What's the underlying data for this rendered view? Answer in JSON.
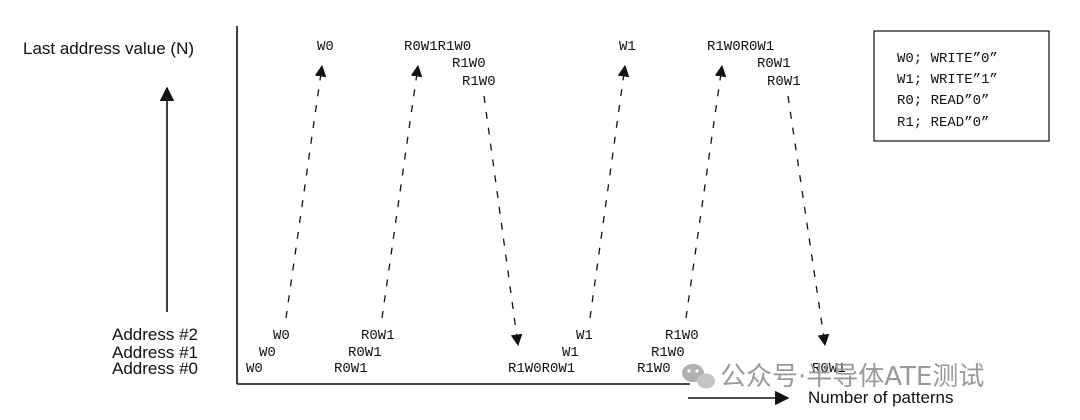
{
  "y_axis_label": "Last address value (N)",
  "x_axis_label": "Number of patterns",
  "address_labels": [
    "Address #2",
    "Address #1",
    "Address #0"
  ],
  "top_labels": [
    "W0",
    "R0W1R1W0",
    "R1W0",
    "R1W0",
    "W1",
    "R1W0R0W1",
    "R0W1",
    "R0W1"
  ],
  "bottom_labels": [
    "W0",
    "W0",
    "W0",
    "R0W1",
    "R0W1",
    "R0W1",
    "R1W0R0W1",
    "W1",
    "W1",
    "R1W0",
    "R1W0",
    "R1W0",
    "R0W1"
  ],
  "legend": [
    "W0; WRITE”0”",
    "W1; WRITE”1”",
    "R0; READ”0”",
    "R1; READ”0”"
  ],
  "watermark": "公众号·半导体ATE测试"
}
